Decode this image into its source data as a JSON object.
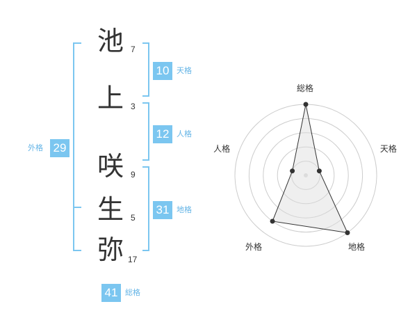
{
  "name": {
    "chars": [
      {
        "char": "池",
        "strokes": "7"
      },
      {
        "char": "上",
        "strokes": "3"
      },
      {
        "char": "咲",
        "strokes": "9"
      },
      {
        "char": "生",
        "strokes": "5"
      },
      {
        "char": "弥",
        "strokes": "17"
      }
    ]
  },
  "fortunes": {
    "tenkaku": {
      "value": "10",
      "label": "天格"
    },
    "jinkaku": {
      "value": "12",
      "label": "人格"
    },
    "chikaku": {
      "value": "31",
      "label": "地格"
    },
    "gaikaku": {
      "value": "29",
      "label": "外格"
    },
    "soukaku": {
      "value": "41",
      "label": "総格"
    }
  },
  "radar": {
    "axes": [
      "総格",
      "天格",
      "地格",
      "外格",
      "人格"
    ],
    "levels": [
      5,
      1,
      5,
      4,
      1
    ],
    "max": 5,
    "rings": 5,
    "colors": {
      "fill": "#f0f0f0",
      "stroke": "#333333",
      "grid": "#cccccc",
      "point": "#333333"
    }
  },
  "colors": {
    "accent": "#7bc6f0",
    "label": "#64b4e6"
  }
}
